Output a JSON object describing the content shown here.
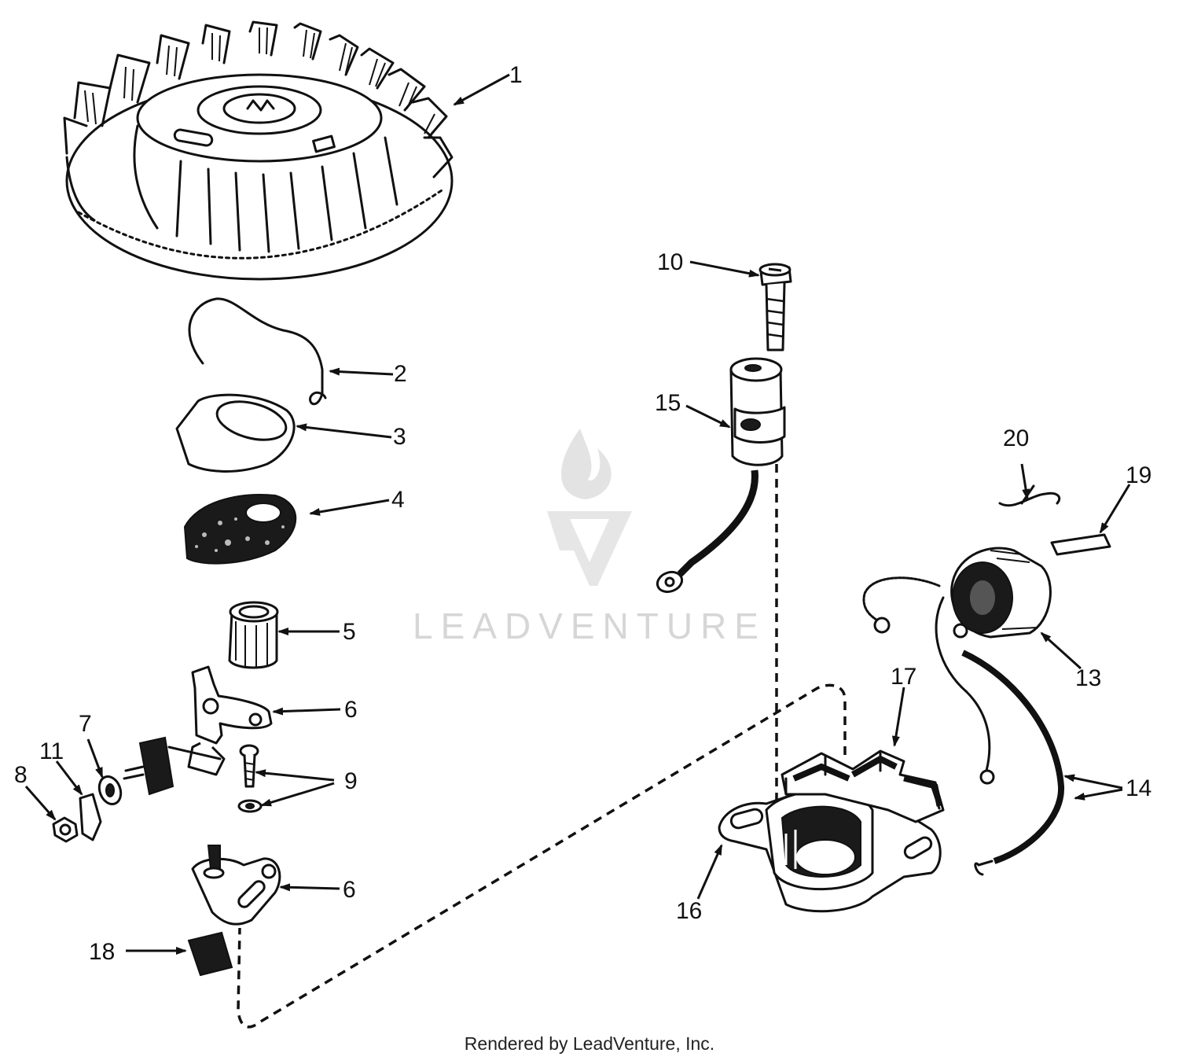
{
  "diagram": {
    "callouts": [
      {
        "id": "1",
        "text": "1"
      },
      {
        "id": "2",
        "text": "2"
      },
      {
        "id": "3",
        "text": "3"
      },
      {
        "id": "4",
        "text": "4"
      },
      {
        "id": "5",
        "text": "5"
      },
      {
        "id": "6a",
        "text": "6"
      },
      {
        "id": "6b",
        "text": "6"
      },
      {
        "id": "7",
        "text": "7"
      },
      {
        "id": "8",
        "text": "8"
      },
      {
        "id": "9",
        "text": "9"
      },
      {
        "id": "10",
        "text": "10"
      },
      {
        "id": "11",
        "text": "11"
      },
      {
        "id": "13",
        "text": "13"
      },
      {
        "id": "14",
        "text": "14"
      },
      {
        "id": "15",
        "text": "15"
      },
      {
        "id": "16",
        "text": "16"
      },
      {
        "id": "17",
        "text": "17"
      },
      {
        "id": "18",
        "text": "18"
      },
      {
        "id": "19",
        "text": "19"
      },
      {
        "id": "20",
        "text": "20"
      }
    ],
    "parts": [
      {
        "name": "flywheel",
        "callout": "1"
      },
      {
        "name": "wire-clip",
        "callout": "2"
      },
      {
        "name": "dust-cover",
        "callout": "3"
      },
      {
        "name": "felt-wick",
        "callout": "4"
      },
      {
        "name": "plunger-bushing",
        "callout": "5"
      },
      {
        "name": "breaker-arm",
        "callout": "6"
      },
      {
        "name": "insulator",
        "callout": "7"
      },
      {
        "name": "nut",
        "callout": "8"
      },
      {
        "name": "screw-and-washer",
        "callout": "9"
      },
      {
        "name": "condenser-screw",
        "callout": "10"
      },
      {
        "name": "terminal",
        "callout": "11"
      },
      {
        "name": "coil",
        "callout": "13"
      },
      {
        "name": "coil-leads",
        "callout": "14"
      },
      {
        "name": "condenser",
        "callout": "15"
      },
      {
        "name": "magneto-base",
        "callout": "16"
      },
      {
        "name": "armature-core",
        "callout": "17"
      },
      {
        "name": "breaker-point-bracket",
        "callout": "6"
      },
      {
        "name": "cam-wiper",
        "callout": "18"
      },
      {
        "name": "coil-wedge",
        "callout": "19"
      },
      {
        "name": "spring-clip",
        "callout": "20"
      }
    ]
  },
  "watermark": {
    "text": "LEADVENTURE"
  },
  "footer": {
    "credit": "Rendered by LeadVenture, Inc."
  },
  "colors": {
    "ink": "#111111",
    "background": "#ffffff",
    "watermark": "#d6d6d6"
  }
}
